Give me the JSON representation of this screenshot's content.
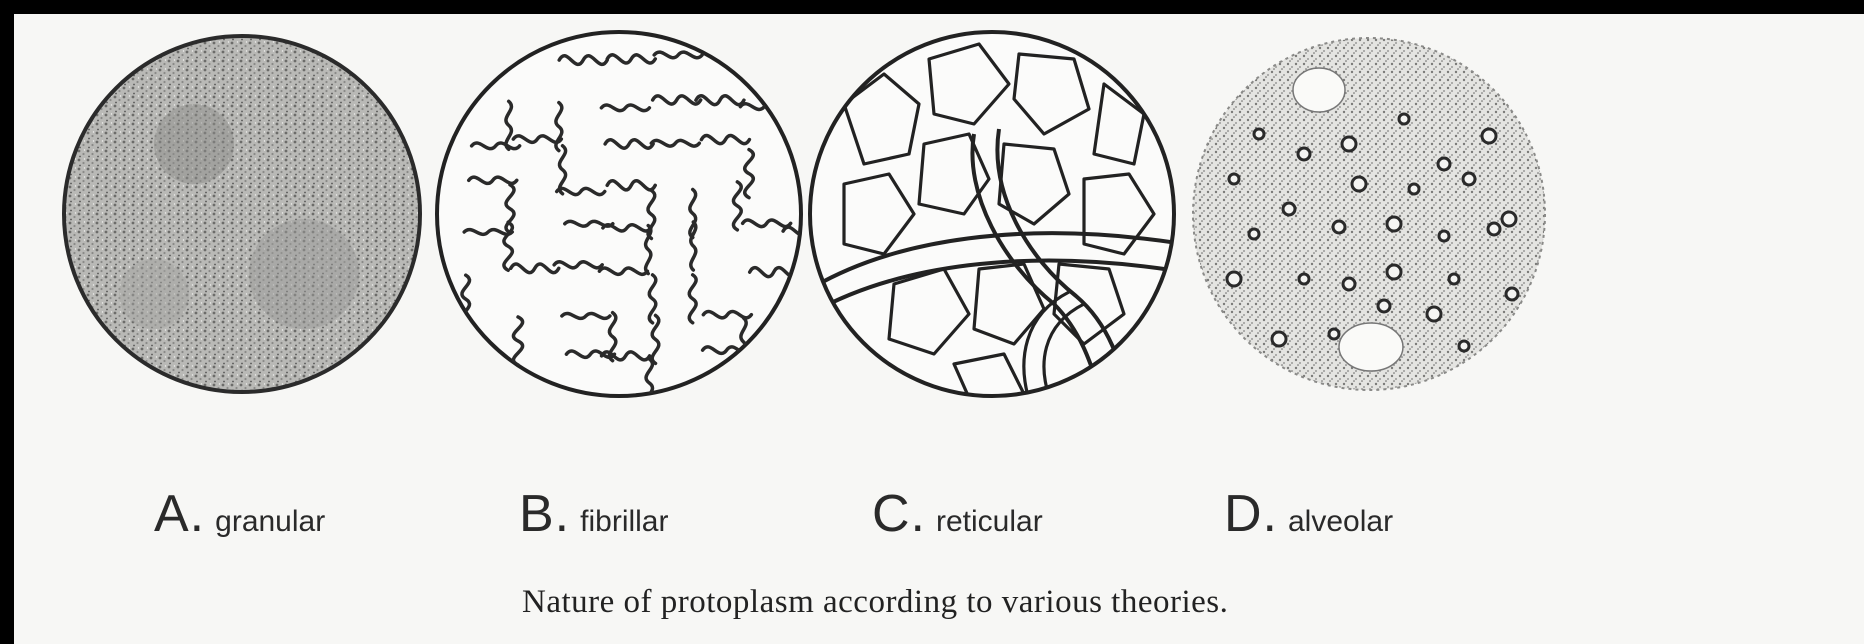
{
  "panels": [
    {
      "letter": "A.",
      "name": "granular"
    },
    {
      "letter": "B.",
      "name": "fibrillar"
    },
    {
      "letter": "C.",
      "name": "reticular"
    },
    {
      "letter": "D.",
      "name": "alveolar"
    }
  ],
  "caption": "Nature of protoplasm according to various theories.",
  "colors": {
    "ink": "#222222",
    "paper": "#f7f7f5",
    "border": "#000000"
  }
}
